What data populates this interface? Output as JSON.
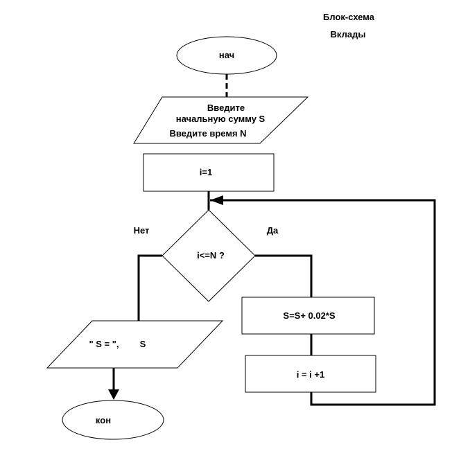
{
  "header": {
    "title": "Блок-схема",
    "subtitle": "Вклады"
  },
  "start": {
    "label": "нач"
  },
  "input": {
    "line1": "Введите",
    "line2": "начальную сумму S",
    "line3": "Введите время N"
  },
  "init": {
    "label": "i=1"
  },
  "decision": {
    "condition": "i<=N ?",
    "no_label": "Нет",
    "yes_label": "Да"
  },
  "calc": {
    "label": "S=S+ 0.02*S"
  },
  "increment": {
    "label": "i = i +1"
  },
  "output": {
    "string_part": "\" S = \",",
    "var_part": "S"
  },
  "end": {
    "label": "кон"
  }
}
